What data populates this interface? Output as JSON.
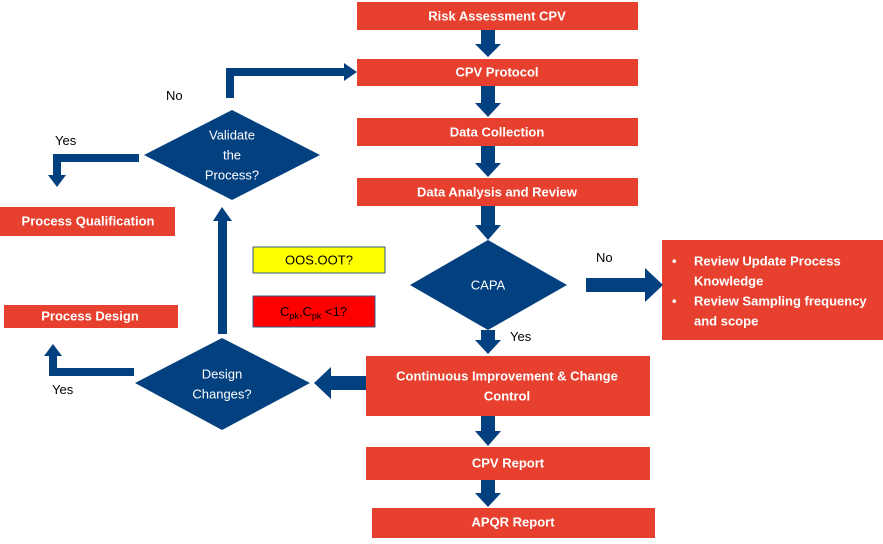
{
  "steps": {
    "risk_assessment": "Risk Assessment CPV",
    "cpv_protocol": "CPV Protocol",
    "data_collection": "Data Collection",
    "data_analysis": "Data Analysis and Review",
    "continuous_improvement_1": "Continuous  Improvement & Change",
    "continuous_improvement_2": "Control",
    "cpv_report": "CPV Report",
    "apqr_report": "APQR Report",
    "process_qualification": "Process Qualification",
    "process_design": "Process Design"
  },
  "decisions": {
    "capa": "CAPA",
    "validate": [
      "Validate",
      "the",
      "Process?"
    ],
    "design": [
      "Design",
      "Changes?"
    ]
  },
  "review_box": {
    "items": [
      [
        "Review Update Process",
        "Knowledge"
      ],
      [
        "Review Sampling frequency",
        "and scope"
      ]
    ],
    "bullet": "•"
  },
  "notes": {
    "oos": "OOS.OOT?",
    "cpk_c1": "C",
    "cpk_sub1": "pk",
    "cpk_comma": ",",
    "cpk_c2": "C",
    "cpk_sub2": "pk",
    "cpk_tail": " <1?"
  },
  "labels": {
    "validate_no": "No",
    "validate_yes": "Yes",
    "capa_no": "No",
    "capa_yes": "Yes",
    "design_yes": "Yes"
  },
  "colors": {
    "box_red": "#e8402f",
    "diamond_blue": "#03407f",
    "note_yellow": "#ffff00",
    "note_red": "#ff0000"
  }
}
